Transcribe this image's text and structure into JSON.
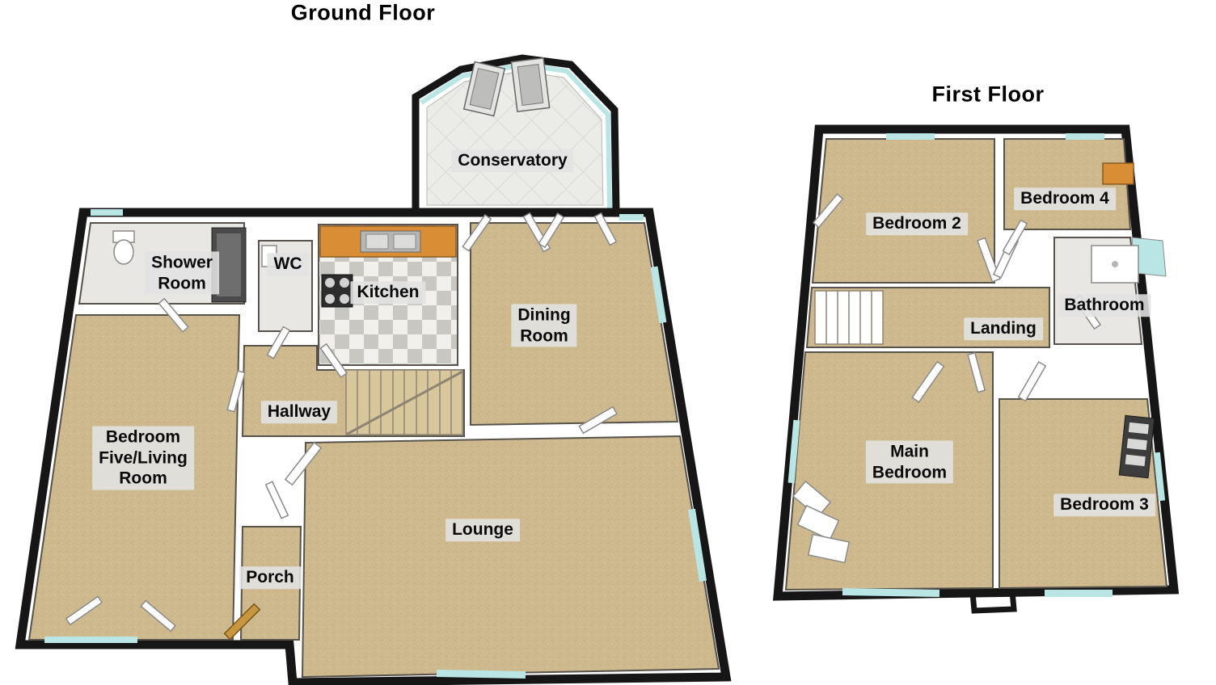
{
  "colors": {
    "floor_tan": "#cdb98d",
    "wall_dark": "#161616",
    "glass": "#b9e6e5",
    "counter": "#d98e36",
    "tile": "#e8e7e3",
    "stair": "#d8c79b",
    "front_door": "#c8963f",
    "label_bg": "rgba(226,226,226,0.88)"
  },
  "floors": [
    {
      "id": "ground-floor",
      "title": "Ground Floor",
      "rooms": [
        {
          "id": "conservatory",
          "label": "Conservatory"
        },
        {
          "id": "shower-room",
          "label": "Shower\nRoom"
        },
        {
          "id": "wc",
          "label": "WC"
        },
        {
          "id": "kitchen",
          "label": "Kitchen"
        },
        {
          "id": "dining-room",
          "label": "Dining\nRoom"
        },
        {
          "id": "hallway",
          "label": "Hallway"
        },
        {
          "id": "bedroom-five-living-room",
          "label": "Bedroom\nFive/Living\nRoom"
        },
        {
          "id": "lounge",
          "label": "Lounge"
        },
        {
          "id": "porch",
          "label": "Porch"
        }
      ]
    },
    {
      "id": "first-floor",
      "title": "First Floor",
      "rooms": [
        {
          "id": "bedroom-2",
          "label": "Bedroom 2"
        },
        {
          "id": "bedroom-4",
          "label": "Bedroom 4"
        },
        {
          "id": "bathroom",
          "label": "Bathroom"
        },
        {
          "id": "landing",
          "label": "Landing"
        },
        {
          "id": "main-bedroom",
          "label": "Main\nBedroom"
        },
        {
          "id": "bedroom-3",
          "label": "Bedroom 3"
        }
      ]
    }
  ]
}
